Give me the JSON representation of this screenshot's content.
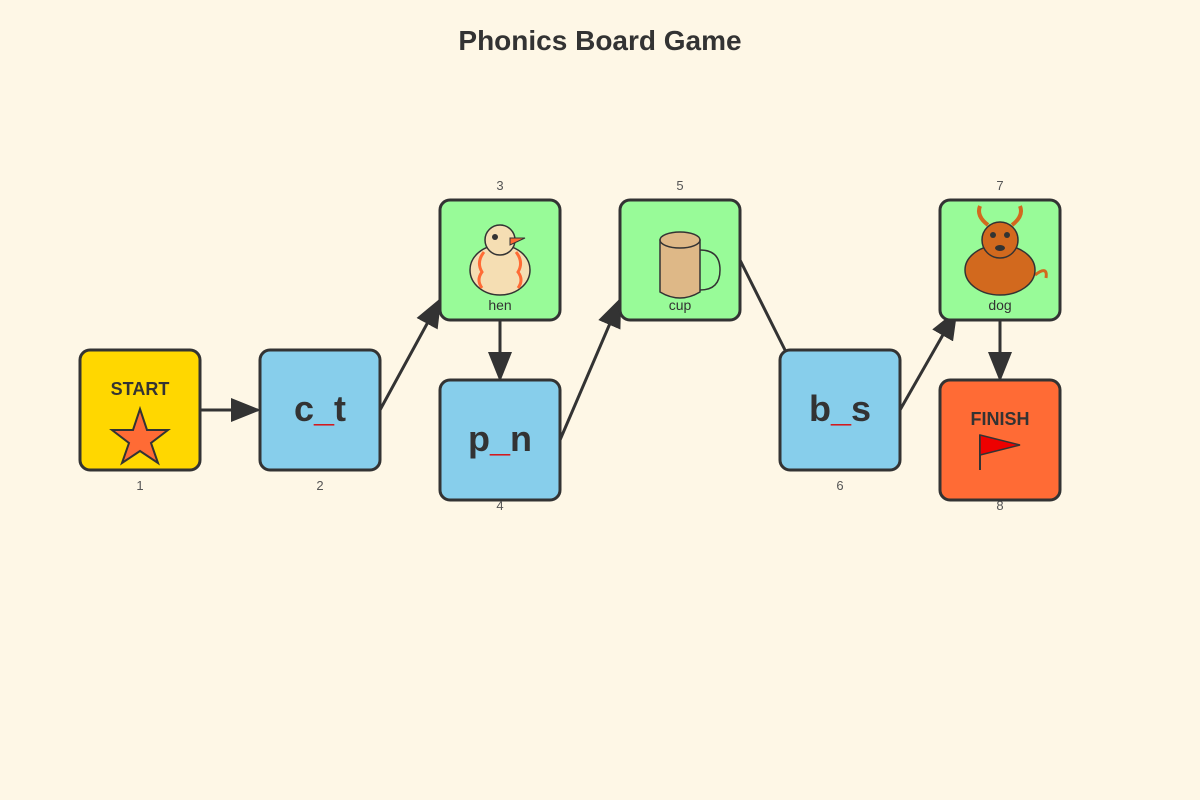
{
  "title": "Phonics Board Game",
  "colors": {
    "background": "#fef7e6",
    "start": "#ffd700",
    "word_tile": "#87ceeb",
    "picture_tile": "#98fb98",
    "finish": "#ff6b35",
    "blank": "#dd0000",
    "outline": "#333333"
  },
  "tiles": [
    {
      "number": "1",
      "type": "start",
      "label": "START",
      "icon": "star-icon"
    },
    {
      "number": "2",
      "type": "word",
      "prefix": "c",
      "suffix": "t"
    },
    {
      "number": "3",
      "type": "picture",
      "caption": "hen",
      "icon": "hen-icon"
    },
    {
      "number": "4",
      "type": "word",
      "prefix": "p",
      "suffix": "n"
    },
    {
      "number": "5",
      "type": "picture",
      "caption": "cup",
      "icon": "cup-icon"
    },
    {
      "number": "6",
      "type": "word",
      "prefix": "b",
      "suffix": "s"
    },
    {
      "number": "7",
      "type": "picture",
      "caption": "dog",
      "icon": "dog-icon"
    },
    {
      "number": "8",
      "type": "finish",
      "label": "FINISH",
      "icon": "flag-icon"
    }
  ]
}
